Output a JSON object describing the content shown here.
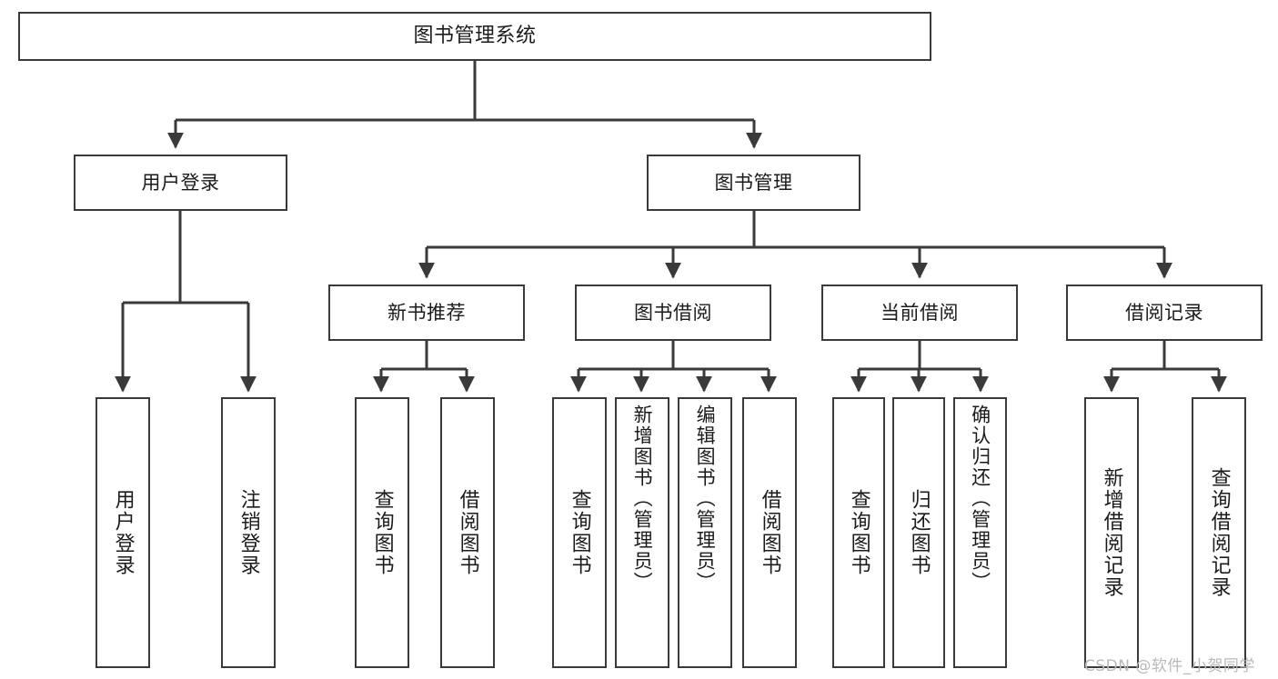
{
  "diagram": {
    "title": "图书管理系统",
    "type": "tree-hierarchy",
    "colors": {
      "box_border": "#3a3a3a",
      "box_fill": "#ffffff",
      "edge": "#3a3a3a",
      "text": "#1b1b1b",
      "watermark": "#b9b9b9",
      "background": "#ffffff"
    },
    "root": {
      "label": "图书管理系统"
    },
    "level2": [
      {
        "label": "用户登录"
      },
      {
        "label": "图书管理"
      }
    ],
    "level3": [
      {
        "label": "新书推荐"
      },
      {
        "label": "图书借阅"
      },
      {
        "label": "当前借阅"
      },
      {
        "label": "借阅记录"
      }
    ],
    "leaves_user_login": [
      {
        "label": "用户登录"
      },
      {
        "label": "注销登录"
      }
    ],
    "leaves_new_book": [
      {
        "label": "查询图书"
      },
      {
        "label": "借阅图书"
      }
    ],
    "leaves_borrow": [
      {
        "label": "查询图书"
      },
      {
        "label": "新增图书（管理员）"
      },
      {
        "label": "编辑图书（管理员）"
      },
      {
        "label": "借阅图书"
      }
    ],
    "leaves_current": [
      {
        "label": "查询图书"
      },
      {
        "label": "归还图书"
      },
      {
        "label": "确认归还（管理员）"
      }
    ],
    "leaves_records": [
      {
        "label": "新增借阅记录"
      },
      {
        "label": "查询借阅记录"
      }
    ],
    "watermark": "CSDN @软件_小贺同学"
  }
}
